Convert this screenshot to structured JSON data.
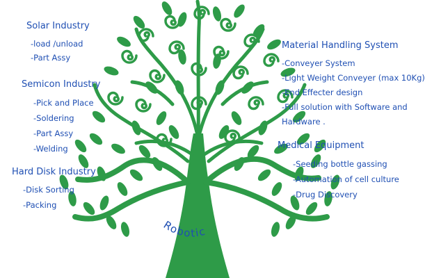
{
  "colors": {
    "text": "#1f4fb3",
    "tree": "#2e9b48"
  },
  "trunk_label": "Robotic",
  "groups": {
    "solar": {
      "heading": "Solar Industry",
      "items": [
        "-load /unload",
        "-Part Assy"
      ]
    },
    "semicon": {
      "heading": "Semicon Industry",
      "items": [
        "-Pick and Place",
        "-Soldering",
        "-Part Assy",
        "-Welding"
      ]
    },
    "hdd": {
      "heading": "Hard Disk Industry",
      "items": [
        "-Disk Sorting",
        "-Packing"
      ]
    },
    "material": {
      "heading": "Material Handling System",
      "items": [
        "-Conveyer System",
        "-Light Weight Conveyer (max 10Kg)",
        "-End Effecter design",
        "-Full solution with Software and Hardware ."
      ]
    },
    "medical": {
      "heading": "Medical Equipment",
      "items": [
        "-Seeding bottle gassing",
        "-Automation of cell culture",
        "-Drug Discovery"
      ]
    }
  }
}
